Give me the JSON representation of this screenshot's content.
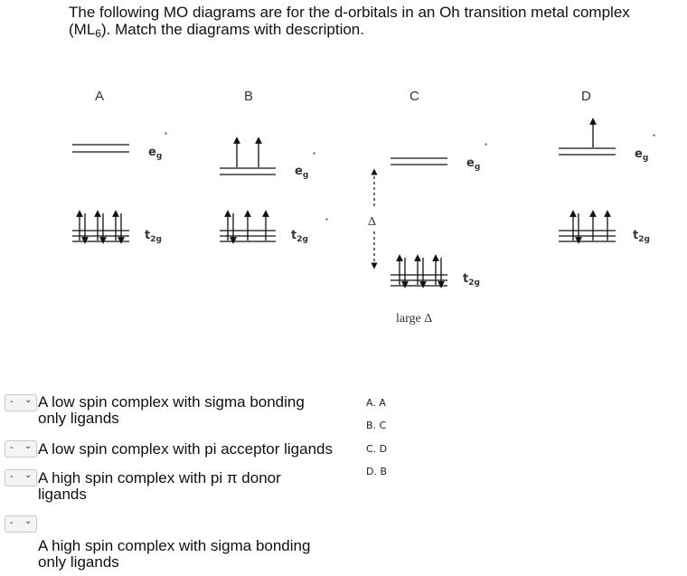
{
  "question": {
    "line1": "The following MO diagrams are for the d-orbitals in an Oh transition metal complex",
    "line2_pre": "(ML",
    "line2_sub": "6",
    "line2_post": ").   Match the diagrams with description."
  },
  "diagram_labels": [
    "A",
    "B",
    "C",
    "D"
  ],
  "orbital_labels": {
    "eg_main": "e",
    "eg_sub": "g",
    "t2g_main": "t",
    "t2g_sub": "2g",
    "star": "*"
  },
  "delta": {
    "symbol": "Δ",
    "caption": "large Δ"
  },
  "dropdown": {
    "placeholder": "-",
    "chevron": "⌄"
  },
  "descriptions": [
    {
      "line1": "A low spin complex with sigma bonding",
      "line2": "only ligands"
    },
    {
      "line1": "A low spin complex with pi acceptor ligands",
      "line2": ""
    },
    {
      "line1": "A high spin complex with pi  π  donor",
      "line2": "ligands"
    },
    {
      "line1": "A high spin complex with sigma bonding",
      "line2": "only ligands"
    }
  ],
  "options": [
    "A. A",
    "B. C",
    "C. D",
    "D. B"
  ]
}
